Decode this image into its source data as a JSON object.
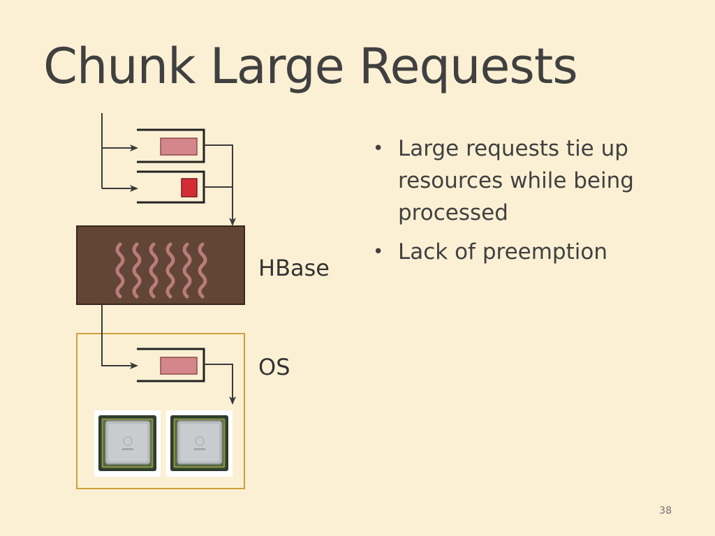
{
  "slide": {
    "title": "Chunk Large Requests",
    "bullets": [
      "Large requests tie up resources while being processed",
      "Lack of preemption"
    ],
    "page_number": "38"
  },
  "diagram": {
    "labels": {
      "hbase": "HBase",
      "os": "OS"
    }
  },
  "colors": {
    "background": "#fbf0d4",
    "hbase_box": "#634536",
    "thread_wave": "#b97b7b",
    "request_light": "#d4868a",
    "request_dark": "#d42c35",
    "os_border": "#c9a23a",
    "text": "#404040"
  }
}
